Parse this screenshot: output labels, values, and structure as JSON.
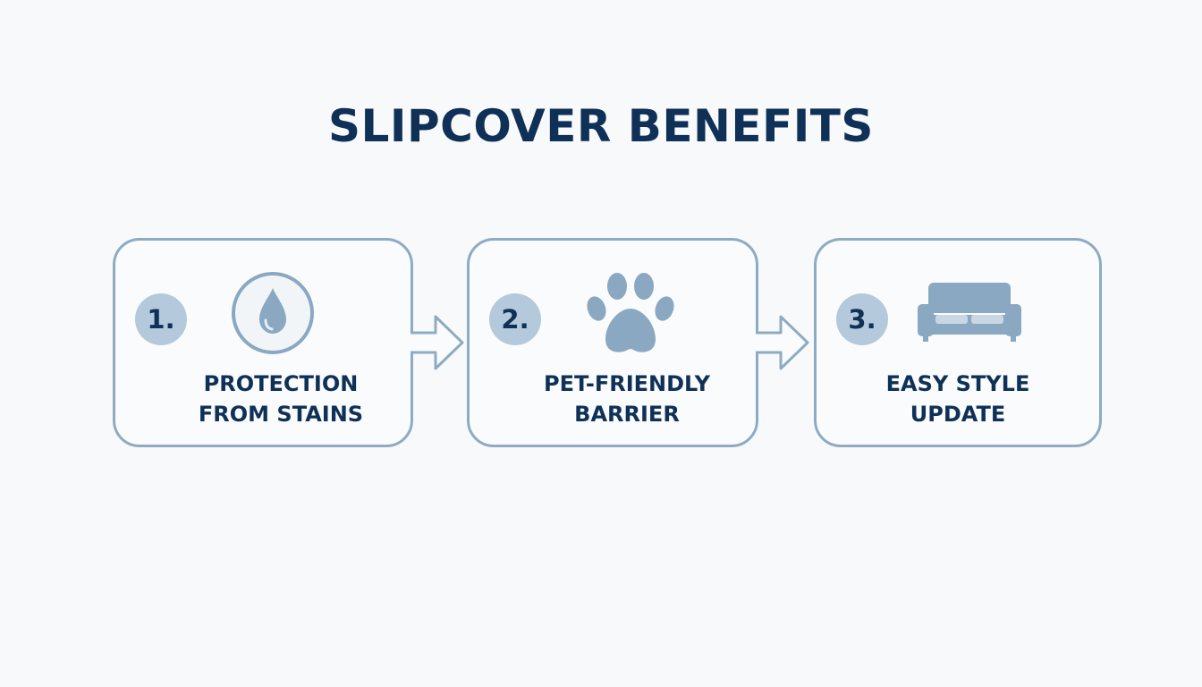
{
  "title": "SLIPCOVER BENEFITS",
  "steps": [
    {
      "number": "1.",
      "icon": "water-drop-icon",
      "label_lines": [
        "PROTECTION",
        "FROM STAINS"
      ]
    },
    {
      "number": "2.",
      "icon": "paw-print-icon",
      "label_lines": [
        "PET-FRIENDLY",
        "BARRIER"
      ]
    },
    {
      "number": "3.",
      "icon": "sofa-icon",
      "label_lines": [
        "EASY STYLE",
        "UPDATE"
      ]
    }
  ],
  "colors": {
    "background": "#f8f9fa",
    "text": "#0f3057",
    "border": "#8eabc4",
    "number_badge": "#b5c9dc",
    "icon_fill": "#8aa8c2"
  }
}
